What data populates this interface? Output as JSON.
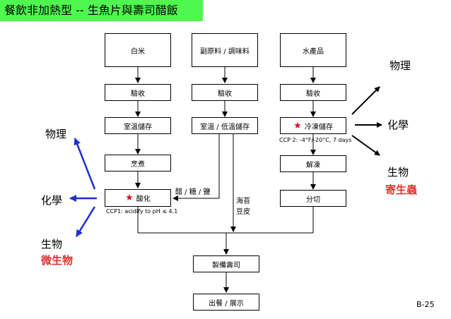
{
  "title": "餐飲非加熱型 -- 生魚片與壽司醋飯",
  "columns": {
    "rice": {
      "receive": "白米",
      "inspect": "驗收",
      "store": "室溫儲存",
      "cook": "烹煮",
      "acidify": "酸化",
      "ccp": "CCP1: acidify to pH ≤ 4.1"
    },
    "ingredients": {
      "receive": "副原料 / 調味料",
      "inspect": "驗收",
      "store": "室溫 / 低溫儲存",
      "branch_label": "醋 / 糖 / 鹽"
    },
    "seafood": {
      "receive": "水產品",
      "inspect": "驗收",
      "freeze": "冷凍儲存",
      "ccp": "CCP 2:  -4°F/-20°C, 7 days",
      "thaw": "解凍",
      "cut": "分切"
    },
    "seaweed_label_1": "海苔",
    "seaweed_label_2": "豆皮",
    "prepare": "製備壽司",
    "serve": "出餐 / 展示"
  },
  "hazards_left": {
    "physical": "物理",
    "chemical": "化學",
    "biological": "生物",
    "biological_detail": "微生物"
  },
  "hazards_right": {
    "physical": "物理",
    "chemical": "化學",
    "biological": "生物",
    "biological_detail": "寄生蟲"
  },
  "ccp_marker": "★",
  "page_number": "B-25",
  "colors": {
    "title_bg": "#4ef84e",
    "star": "#d2152a",
    "hazard_red": "#e0322c",
    "left_arrow": "#1f2fd1"
  }
}
